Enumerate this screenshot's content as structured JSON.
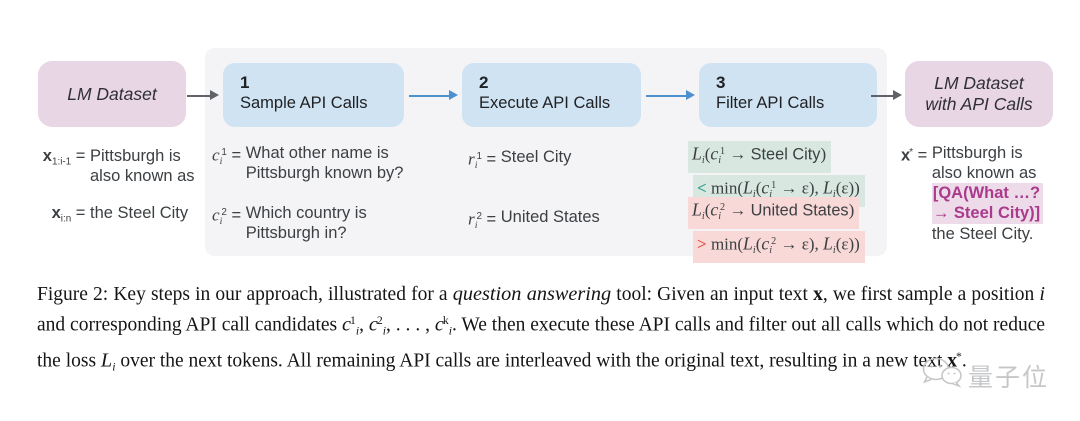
{
  "colors": {
    "box_pink": "#e8d6e4",
    "box_blue": "#cfe3f2",
    "panel": "#f4f4f6",
    "arrow_gray": "#5f6368",
    "arrow_blue": "#4d90d0",
    "hl_green": "#d8e8e0",
    "hl_red": "#f8d9d7",
    "hl_qa": "#eedbe9",
    "qa_text": "#a93a8c",
    "op_ok": "#2d9e8f",
    "op_bad": "#e4544b",
    "watermark": "#c0c2c4"
  },
  "flow": {
    "input_label": "LM Dataset",
    "steps": [
      {
        "number": "1",
        "label": "Sample API Calls"
      },
      {
        "number": "2",
        "label": "Execute API Calls"
      },
      {
        "number": "3",
        "label": "Filter API Calls"
      }
    ],
    "output_label": "LM Dataset\nwith API Calls"
  },
  "examples": {
    "input": [
      {
        "lhs": [
          {
            "t": "x",
            "s": "b"
          },
          {
            "t": "1:i-1",
            "s": "sub"
          },
          {
            "t": " = "
          }
        ],
        "rhs": "Pittsburgh is\nalso known as"
      },
      {
        "lhs": [
          {
            "t": "x",
            "s": "b"
          },
          {
            "t": "i:n",
            "s": "sub"
          },
          {
            "t": " = "
          }
        ],
        "rhs": "the Steel City"
      }
    ],
    "sample": [
      {
        "lhs": [
          {
            "t": "c",
            "s": "i"
          },
          {
            "t": "i",
            "s": "isub"
          },
          {
            "t": "1",
            "s": "sup"
          },
          {
            "t": " = "
          }
        ],
        "rhs": "What other name is\nPittsburgh known by?"
      },
      {
        "lhs": [
          {
            "t": "c",
            "s": "i"
          },
          {
            "t": "i",
            "s": "isub"
          },
          {
            "t": "2",
            "s": "sup"
          },
          {
            "t": " = "
          }
        ],
        "rhs": "Which country is\nPittsburgh in?"
      }
    ],
    "execute": [
      {
        "lhs": [
          {
            "t": "r",
            "s": "i"
          },
          {
            "t": "i",
            "s": "isub"
          },
          {
            "t": "1",
            "s": "sup"
          },
          {
            "t": " = "
          }
        ],
        "rhs": "Steel City"
      },
      {
        "lhs": [
          {
            "t": "r",
            "s": "i"
          },
          {
            "t": "i",
            "s": "isub"
          },
          {
            "t": "2",
            "s": "sup"
          },
          {
            "t": " = "
          }
        ],
        "rhs": "United States"
      }
    ],
    "filter": [
      {
        "status": "accept",
        "lines": [
          [
            {
              "t": "L",
              "s": "i"
            },
            {
              "t": "i",
              "s": "isub"
            },
            {
              "t": "("
            },
            {
              "t": "c",
              "s": "i"
            },
            {
              "t": "i",
              "s": "isub"
            },
            {
              "t": "1",
              "s": "sup"
            },
            {
              "t": " → "
            },
            {
              "t": "Steel City",
              "s": "sans"
            },
            {
              "t": ")"
            }
          ],
          [
            {
              "t": "< ",
              "s": "ok"
            },
            {
              "t": "min("
            },
            {
              "t": "L",
              "s": "i"
            },
            {
              "t": "i",
              "s": "isub"
            },
            {
              "t": "("
            },
            {
              "t": "c",
              "s": "i"
            },
            {
              "t": "i",
              "s": "isub"
            },
            {
              "t": "1",
              "s": "sup"
            },
            {
              "t": " → ε), "
            },
            {
              "t": "L",
              "s": "i"
            },
            {
              "t": "i",
              "s": "isub"
            },
            {
              "t": "(ε))"
            }
          ]
        ]
      },
      {
        "status": "reject",
        "lines": [
          [
            {
              "t": "L",
              "s": "i"
            },
            {
              "t": "i",
              "s": "isub"
            },
            {
              "t": "("
            },
            {
              "t": "c",
              "s": "i"
            },
            {
              "t": "i",
              "s": "isub"
            },
            {
              "t": "2",
              "s": "sup"
            },
            {
              "t": " → "
            },
            {
              "t": "United States",
              "s": "sans"
            },
            {
              "t": ")"
            }
          ],
          [
            {
              "t": "> ",
              "s": "bad"
            },
            {
              "t": "min("
            },
            {
              "t": "L",
              "s": "i"
            },
            {
              "t": "i",
              "s": "isub"
            },
            {
              "t": "("
            },
            {
              "t": "c",
              "s": "i"
            },
            {
              "t": "i",
              "s": "isub"
            },
            {
              "t": "2",
              "s": "sup"
            },
            {
              "t": " → ε), "
            },
            {
              "t": "L",
              "s": "i"
            },
            {
              "t": "i",
              "s": "isub"
            },
            {
              "t": "(ε))"
            }
          ]
        ]
      }
    ],
    "output": {
      "lhs": [
        {
          "t": "x",
          "s": "b"
        },
        {
          "t": "*",
          "s": "sup"
        },
        {
          "t": " = "
        }
      ],
      "pre": "Pittsburgh is\nalso known as",
      "call": "[QA(What …?\n→ Steel City)]",
      "post": "the Steel City."
    }
  },
  "caption": {
    "tokens": [
      {
        "t": "Figure 2: Key steps in our approach, illustrated for a "
      },
      {
        "t": "question answering",
        "s": "i"
      },
      {
        "t": " tool: Given an input text "
      },
      {
        "t": "x",
        "s": "b"
      },
      {
        "t": ", we first sample a position "
      },
      {
        "t": "i",
        "s": "i"
      },
      {
        "t": " and corresponding API call candidates "
      },
      {
        "t": "c",
        "s": "i"
      },
      {
        "t": "1",
        "s": "sup"
      },
      {
        "t": "i",
        "s": "isub"
      },
      {
        "t": ", "
      },
      {
        "t": "c",
        "s": "i"
      },
      {
        "t": "2",
        "s": "sup"
      },
      {
        "t": "i",
        "s": "isub"
      },
      {
        "t": ", . . . , "
      },
      {
        "t": "c",
        "s": "i"
      },
      {
        "t": "k",
        "s": "sup"
      },
      {
        "t": "i",
        "s": "isub"
      },
      {
        "t": ". We then execute these API calls and filter out all calls which do not reduce the loss "
      },
      {
        "t": "L",
        "s": "i"
      },
      {
        "t": "i",
        "s": "isub"
      },
      {
        "t": " over the next tokens. All remaining API calls are interleaved with the original text, resulting in a new text "
      },
      {
        "t": "x",
        "s": "b"
      },
      {
        "t": "*",
        "s": "sup"
      },
      {
        "t": "."
      }
    ]
  },
  "watermark": {
    "text": "量子位"
  }
}
